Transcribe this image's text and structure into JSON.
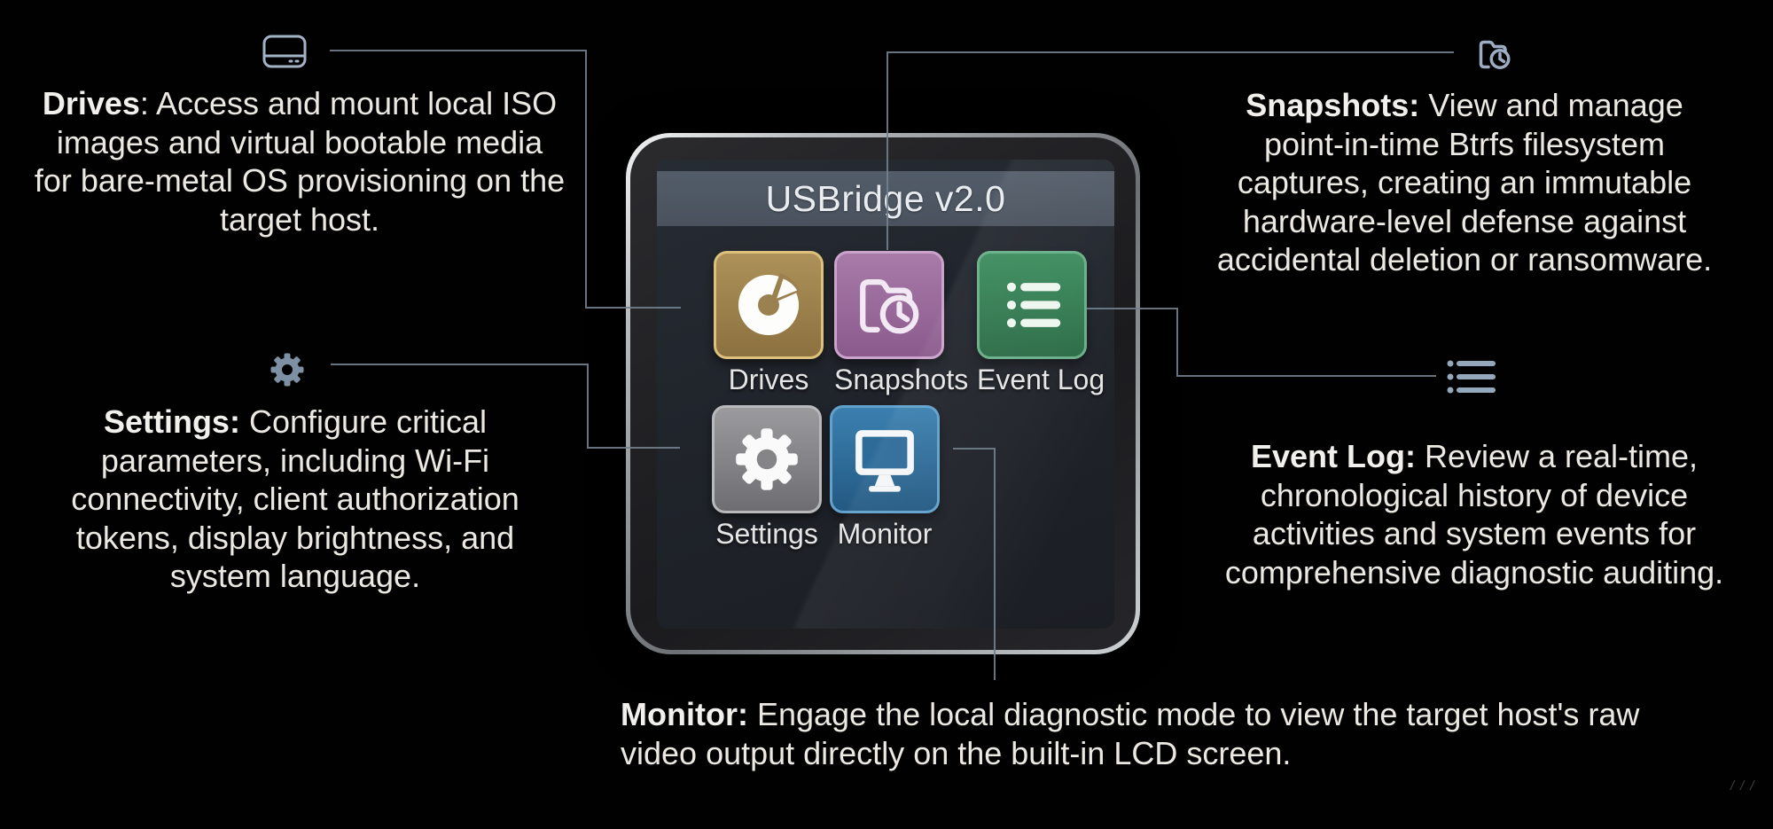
{
  "device": {
    "title": "USBridge v2.0",
    "apps": [
      {
        "label": "Drives",
        "color": "#9b8050",
        "border": "#dcc07c",
        "icon": "disc-icon"
      },
      {
        "label": "Snapshots",
        "color": "#9a6b9c",
        "border": "#caa2cc",
        "icon": "folder-clock-icon"
      },
      {
        "label": "Event Log",
        "color": "#338053",
        "border": "#68ae88",
        "icon": "bullet-list-icon"
      },
      {
        "label": "Settings",
        "color": "#858588",
        "border": "#b9b9bc",
        "icon": "gear-icon"
      },
      {
        "label": "Monitor",
        "color": "#2d6b99",
        "border": "#61a1cc",
        "icon": "monitor-icon"
      }
    ]
  },
  "notes": {
    "drives": {
      "term": "Drives",
      "after_term": ": Access and mount local ISO",
      "lines": [
        "images and virtual bootable media",
        "for bare-metal OS provisioning on the",
        "target host."
      ]
    },
    "snapshots": {
      "term": "Snapshots:",
      "after_term": " View and manage",
      "lines": [
        "point-in-time Btrfs filesystem",
        "captures, creating an immutable",
        "hardware-level defense against",
        "accidental deletion or ransomware."
      ]
    },
    "settings": {
      "term": "Settings:",
      "after_term": " Configure critical",
      "lines": [
        "parameters, including Wi-Fi",
        "connectivity, client authorization",
        "tokens, display brightness, and",
        "system language."
      ]
    },
    "eventlog": {
      "term": "Event Log:",
      "after_term": " Review a real-time,",
      "lines": [
        "chronological history of device",
        "activities and system events for",
        "comprehensive diagnostic auditing."
      ]
    },
    "monitor": {
      "term": "Monitor:",
      "after_term": " Engage the local diagnostic mode to view the target host's raw",
      "lines": [
        "video output directly on the built-in LCD screen."
      ]
    }
  },
  "colors": {
    "background": "#010101",
    "callout_line": "#72818d",
    "note_text": "#ece9e3",
    "titlebar_bg": "#4d5662",
    "screen_bg": "#20242b",
    "mini_icon_stroke": "#a3b3c7",
    "gear_mini_fill": "#7e90a4"
  },
  "corner_marks": "///"
}
